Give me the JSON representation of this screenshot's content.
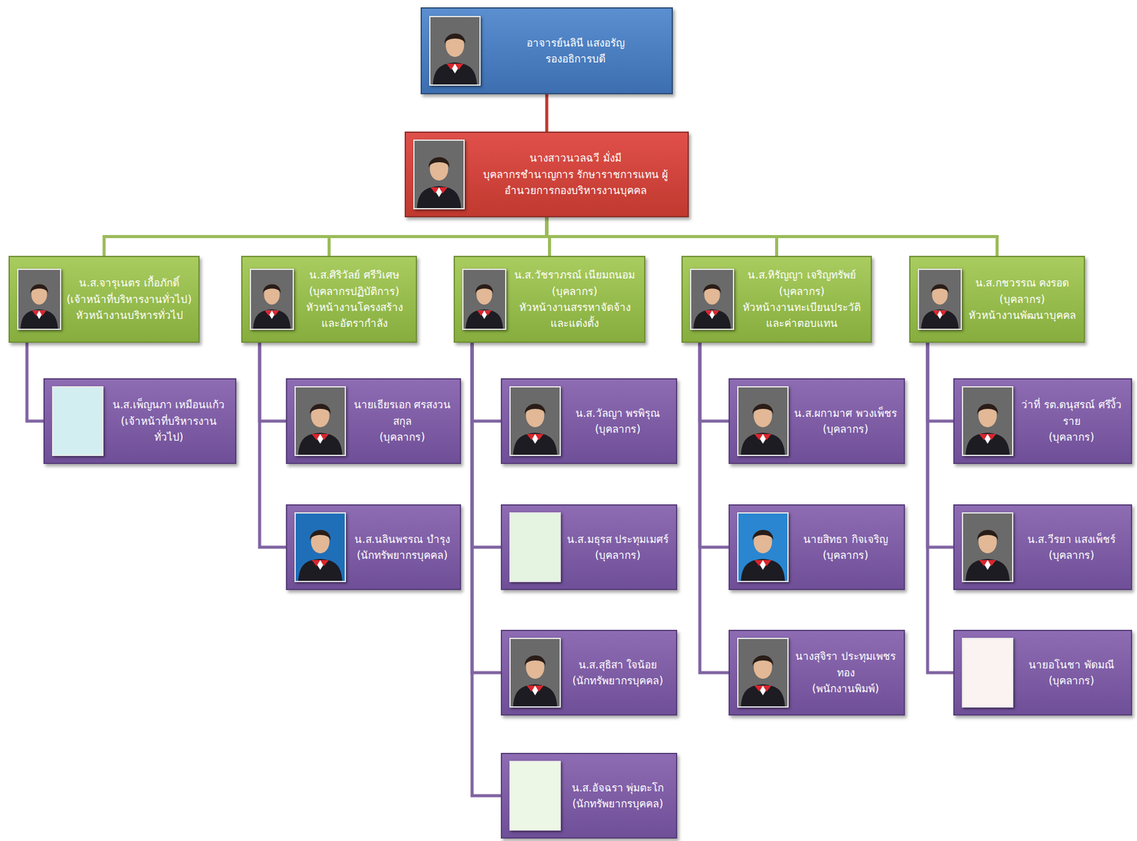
{
  "diagram": {
    "nodes": [
      {
        "text": [
          "อาจารย์นลินี แสงอรัญ",
          "รองอธิการบดี"
        ]
      },
      {
        "text": [
          "นางสาวนวลฉวี มั่งมี",
          "บุคลากรชำนาญการ รักษาราชการแทน ผู้อำนวยการกองบริหารงานบุคคล"
        ]
      },
      {
        "text": [
          "น.ส.จารุเนตร เกื้อภักดิ์",
          "(เจ้าหน้าที่บริหารงานทั่วไป)",
          "หัวหน้างานบริหารทั่วไป"
        ]
      },
      {
        "text": [
          "น.ส.ศิริวัลย์ ศรีวิเศษ",
          "(บุคลากรปฏิบัติการ)",
          "หัวหน้างานโครงสร้างและอัตรากำลัง"
        ]
      },
      {
        "text": [
          "น.ส.วัชราภรณ์ เนียมถนอม",
          "(บุคลากร)",
          "หัวหน้างานสรรหาจัดจ้างและแต่งตั้ง"
        ]
      },
      {
        "text": [
          "น.ส.หิรัญญา เจริญทรัพย์",
          "(บุคลากร)",
          "หัวหน้างานทะเบียนประวัติและค่าตอบแทน"
        ]
      },
      {
        "text": [
          "น.ส.กชวรรณ คงรอด",
          "(บุคลากร)",
          "หัวหน้างานพัฒนาบุคคล"
        ]
      },
      {
        "text": [
          "น.ส.เพ็ญนภา เหมือนแก้ว",
          "(เจ้าหน้าที่บริหารงานทั่วไป)"
        ]
      },
      {
        "text": [
          "นายเธียรเอก ศรสงวนสกุล",
          "(บุคลากร)"
        ]
      },
      {
        "text": [
          "น.ส.นลินพรรณ บำรุง",
          "(นักทรัพยากรบุคคล)"
        ]
      },
      {
        "text": [
          "น.ส.วัลญา พรพิรุณ",
          "(บุคลากร)"
        ]
      },
      {
        "text": [
          "น.ส.มธุรส ประทุมเมศร์",
          "(บุคลากร)"
        ]
      },
      {
        "text": [
          "น.ส.สุธิสา ใจน้อย",
          "(นักทรัพยากรบุคคล)"
        ]
      },
      {
        "text": [
          "น.ส.อัจฉรา พุ่มตะโก",
          "(นักทรัพยากรบุคคล)"
        ]
      },
      {
        "text": [
          "น.ส.ผกามาศ พวงเพ็ชร",
          "(บุคลากร)"
        ]
      },
      {
        "text": [
          "นายสิทธา กิจเจริญ",
          "(บุคลากร)"
        ]
      },
      {
        "text": [
          "นางสุจิรา ประทุมเพชรทอง",
          "(พนักงานพิมพ์)"
        ]
      },
      {
        "text": [
          "ว่าที่ รต.ดนุสรณ์ ศรีงิ้วราย",
          "(บุคลากร)"
        ]
      },
      {
        "text": [
          "น.ส.วีรยา แสงเพ็ชร์",
          "(บุคลากร)"
        ]
      },
      {
        "text": [
          "นายอโนชา พัดมณี",
          "(บุคลากร)"
        ]
      }
    ],
    "edges": [
      {
        "from": 0,
        "to": 1,
        "arrow": "none"
      },
      {
        "from": 1,
        "to": 2,
        "arrow": "none"
      },
      {
        "from": 1,
        "to": 3,
        "arrow": "none"
      },
      {
        "from": 1,
        "to": 4,
        "arrow": "none"
      },
      {
        "from": 1,
        "to": 5,
        "arrow": "none"
      },
      {
        "from": 1,
        "to": 6,
        "arrow": "none"
      },
      {
        "from": 2,
        "to": 7,
        "arrow": "none"
      },
      {
        "from": 3,
        "to": 8,
        "arrow": "none"
      },
      {
        "from": 3,
        "to": 9,
        "arrow": "none"
      },
      {
        "from": 4,
        "to": 10,
        "arrow": "none"
      },
      {
        "from": 4,
        "to": 11,
        "arrow": "none"
      },
      {
        "from": 4,
        "to": 12,
        "arrow": "none"
      },
      {
        "from": 4,
        "to": 13,
        "arrow": "none"
      },
      {
        "from": 5,
        "to": 14,
        "arrow": "none"
      },
      {
        "from": 5,
        "to": 15,
        "arrow": "none"
      },
      {
        "from": 5,
        "to": 16,
        "arrow": "none"
      },
      {
        "from": 6,
        "to": 17,
        "arrow": "none"
      },
      {
        "from": 6,
        "to": 18,
        "arrow": "none"
      },
      {
        "from": 6,
        "to": 19,
        "arrow": "none"
      }
    ]
  }
}
